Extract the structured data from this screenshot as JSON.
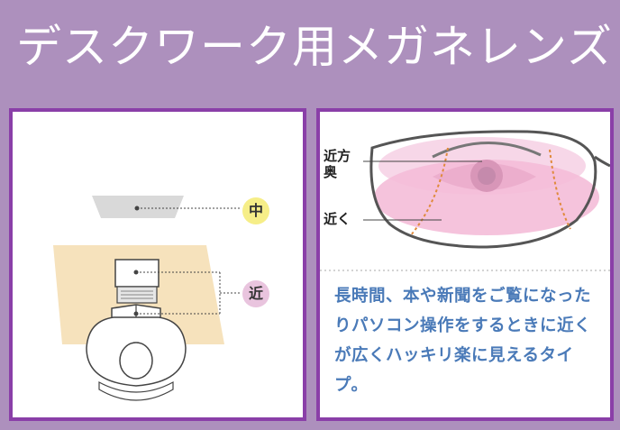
{
  "title": "デスクワーク用メガネレンズ",
  "zones": {
    "mid": "中",
    "near": "近"
  },
  "lens_labels": {
    "top_line1": "近方",
    "top_line2": "奥",
    "near": "近く"
  },
  "description": "長時間、本や新聞をご覧になったりパソコン操作をするときに近くが広くハッキリ楽に見えるタイプ。",
  "colors": {
    "background": "#ad90bd",
    "panel_border": "#8a3fa8",
    "near_zone": "#f5ddb0",
    "lens_pink": "#f4bcd8",
    "badge_mid": "#f6ee88",
    "badge_near": "#e9c4de",
    "text_blue": "#4a7ab8"
  }
}
